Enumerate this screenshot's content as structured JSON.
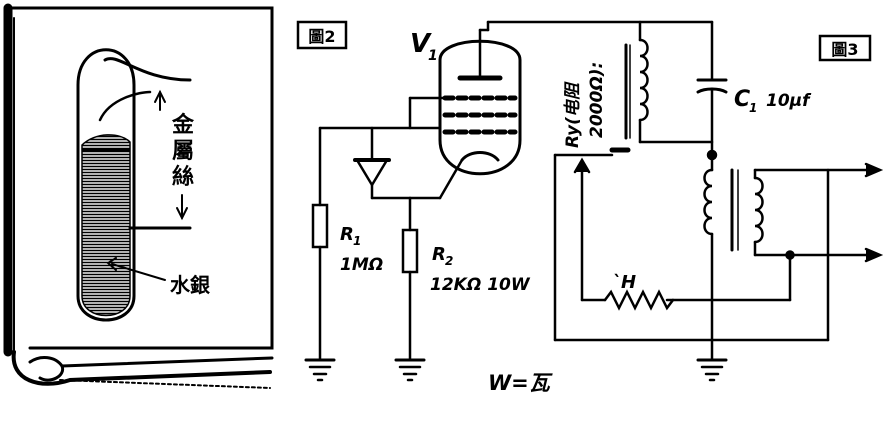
{
  "figures": {
    "fig2_tag": "圖2",
    "fig3_tag": "圖3"
  },
  "fig1": {
    "label_metal_wire": [
      "金",
      "屬",
      "絲"
    ],
    "label_mercury": "水銀"
  },
  "fig2": {
    "tube_label": "V",
    "tube_label_sub": "1",
    "r1_label": "R",
    "r1_sub": "1",
    "r1_value": "1MΩ",
    "r2_label": "R",
    "r2_sub": "2",
    "r2_value": "12KΩ 10W",
    "footnote": "W=瓦"
  },
  "fig3": {
    "relay_label": "Ry(电阻",
    "relay_value": "2000Ω):",
    "cap_label": "C",
    "cap_sub": "1",
    "cap_value": "10μf",
    "heater_label": "`H"
  },
  "colors": {
    "ink": "#000000",
    "paper": "#ffffff",
    "mercury": "#111111"
  }
}
